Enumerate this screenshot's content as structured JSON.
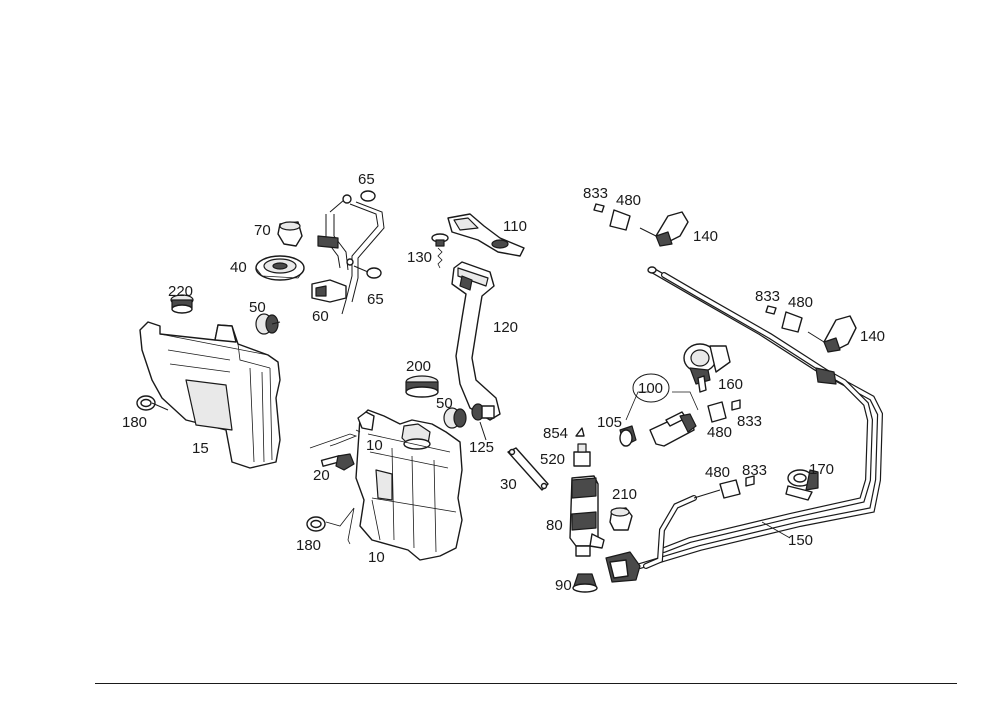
{
  "parts": {
    "p10": "10",
    "p15": "15",
    "p20": "20",
    "p30": "30",
    "p40": "40",
    "p50a": "50",
    "p50b": "50",
    "p60": "60",
    "p65a": "65",
    "p65b": "65",
    "p70": "70",
    "p80": "80",
    "p90": "90",
    "p100": "100",
    "p105": "105",
    "p110": "110",
    "p120": "120",
    "p125": "125",
    "p130": "130",
    "p140a": "140",
    "p140b": "140",
    "p150": "150",
    "p160": "160",
    "p170": "170",
    "p180a": "180",
    "p180b": "180",
    "p200": "200",
    "p210": "210",
    "p220": "220",
    "p480a": "480",
    "p480b": "480",
    "p480c": "480",
    "p480d": "480",
    "p520": "520",
    "p833a": "833",
    "p833b": "833",
    "p833c": "833",
    "p833d": "833",
    "p854": "854"
  }
}
